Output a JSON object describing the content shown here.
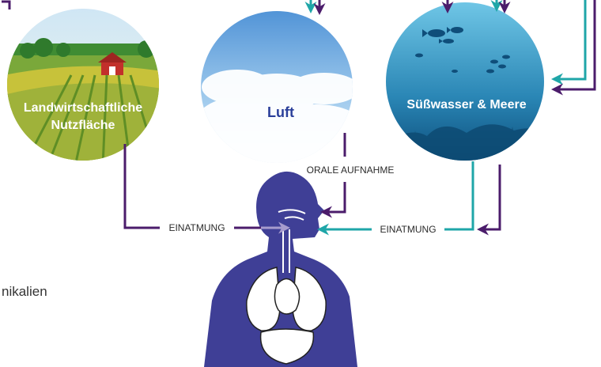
{
  "colors": {
    "purple": "#4b1c6b",
    "teal": "#1fa6a8",
    "body": "#3f3f96",
    "lilac_arrow": "#a79ccd"
  },
  "circles": {
    "farmland": {
      "line1": "Landwirtschaftliche",
      "line2": "Nutzfläche",
      "icon": "farmland-scene"
    },
    "air": {
      "label": "Luft",
      "icon": "sky-clouds"
    },
    "water": {
      "label": "Süßwasser & Meere",
      "icon": "underwater-fish"
    }
  },
  "flows": {
    "inhalation_left": "EINATMUNG",
    "oral_intake": "ORALE AUFNAHME",
    "inhalation_right": "EINATMUNG"
  },
  "side_text": "nikalien",
  "body_icon": "human-body-respiratory-icon"
}
